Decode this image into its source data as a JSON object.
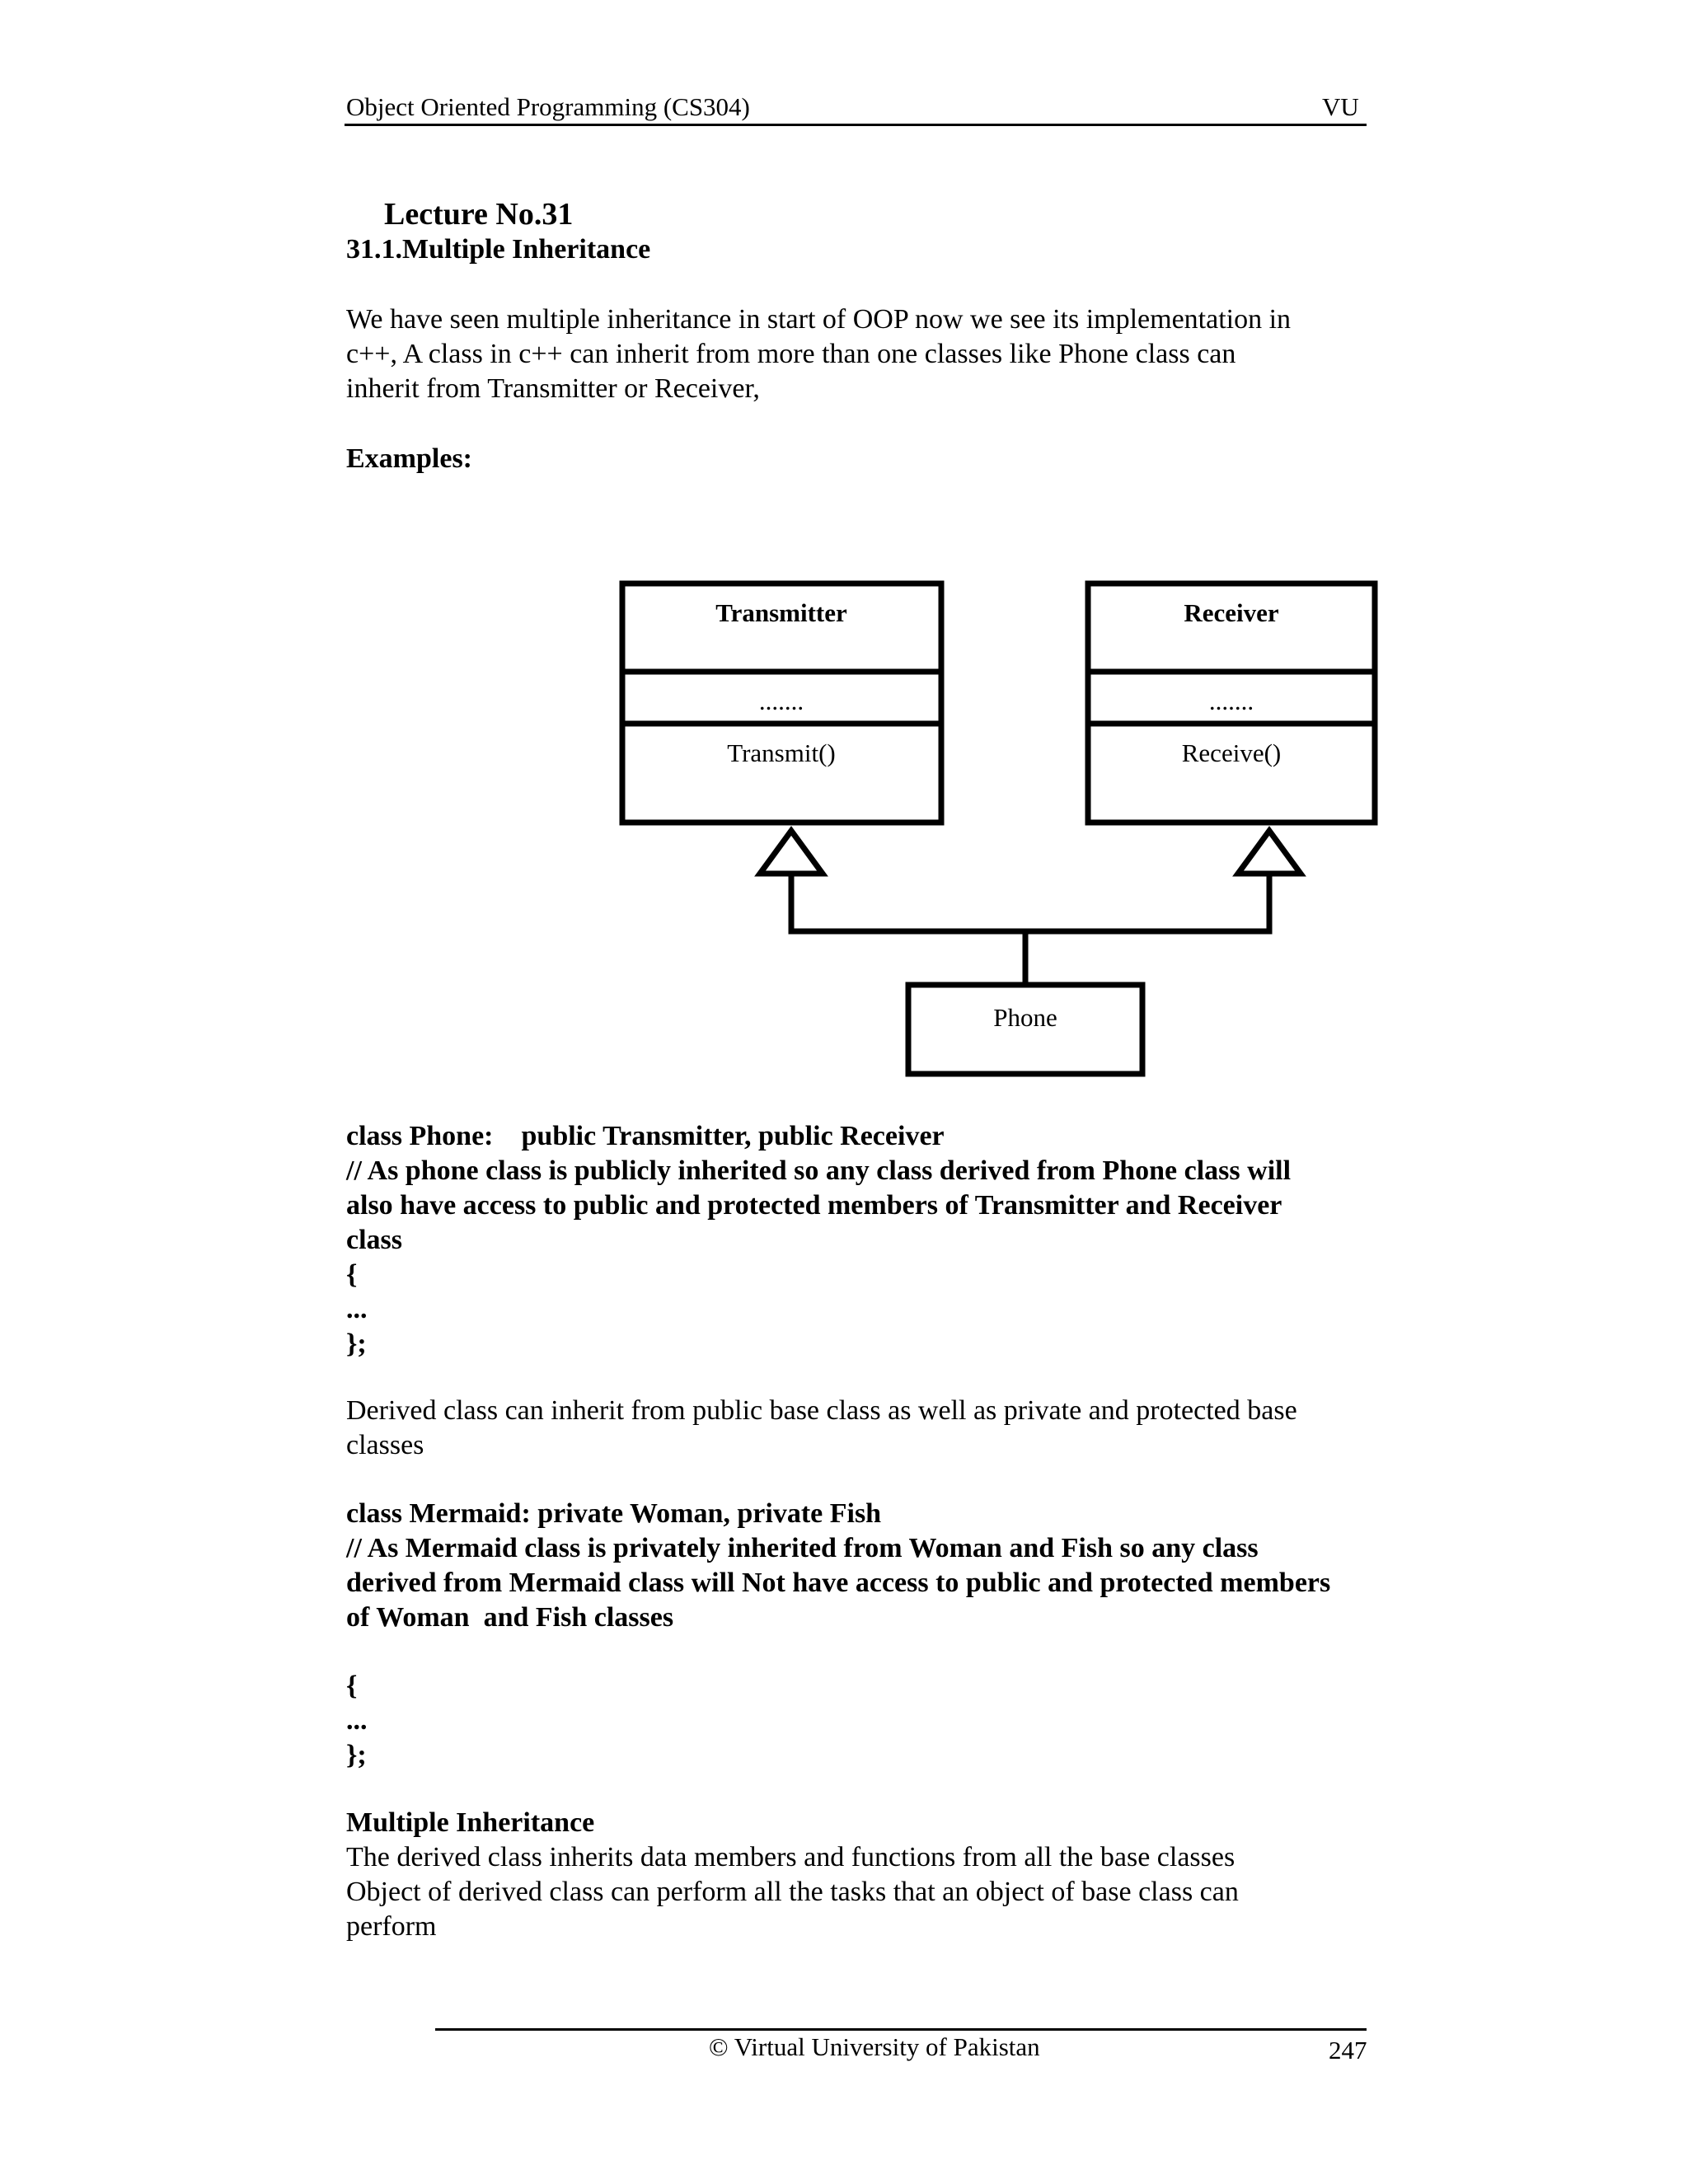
{
  "header": {
    "course": "Object Oriented Programming (CS304)",
    "institution": "VU"
  },
  "lecture": {
    "title": "Lecture No.31",
    "section": "31.1.Multiple Inheritance"
  },
  "intro": [
    "We have seen multiple inheritance in start of OOP now we see its implementation in",
    "c++, A class in c++ can inherit from more than one classes like Phone class can",
    "inherit from Transmitter or Receiver,"
  ],
  "examples_label": "Examples:",
  "diagram": {
    "classes": [
      {
        "name": "Transmitter",
        "attributes": ".......",
        "method": "Transmit()"
      },
      {
        "name": "Receiver",
        "attributes": ".......",
        "method": "Receive()"
      }
    ],
    "derived": "Phone"
  },
  "code1": [
    "class Phone:    public Transmitter, public Receiver",
    "// As phone class is publicly inherited so any class derived from Phone class will",
    "also have access to public and protected members of Transmitter and Receiver",
    "class",
    "{",
    "...",
    "};"
  ],
  "para2": [
    "Derived class can inherit from public base class as well as private and protected base",
    "classes"
  ],
  "code2": [
    "class Mermaid: private Woman, private Fish",
    "// As Mermaid class is privately inherited from Woman and Fish so any class",
    "derived from Mermaid class will Not have access to public and protected members",
    "of Woman  and Fish classes"
  ],
  "code2_body": [
    "{",
    "...",
    "};"
  ],
  "multi": {
    "heading": "Multiple Inheritance",
    "lines": [
      "The derived class inherits data members and functions from all the base classes",
      "Object of derived class can perform all the tasks that an object of base class can",
      "perform"
    ]
  },
  "footer": {
    "copyright": "© Virtual University of Pakistan",
    "page": "247"
  }
}
